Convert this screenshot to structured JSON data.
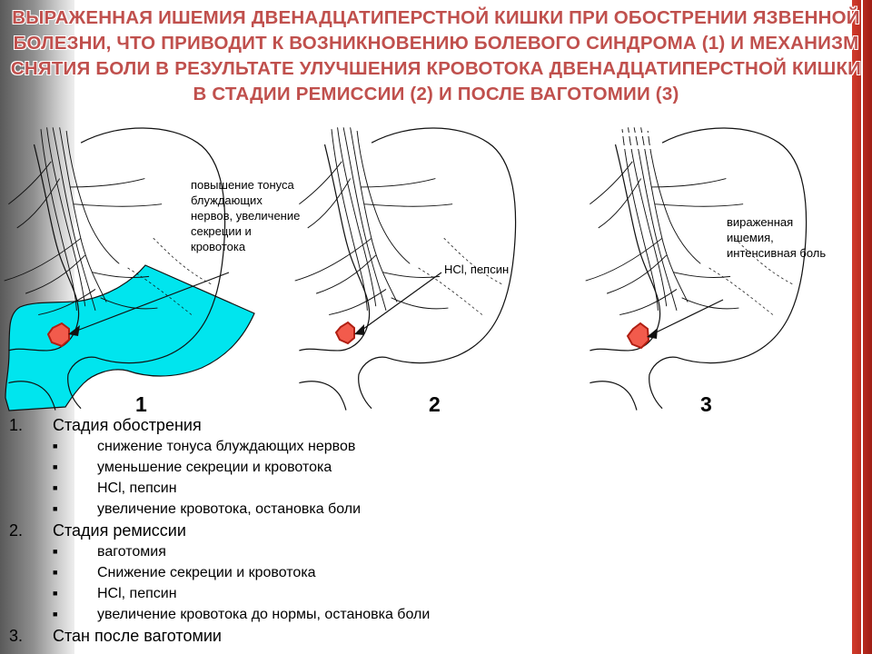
{
  "title": "ВЫРАЖЕННАЯ ИШЕМИЯ ДВЕНАДЦАТИПЕРСТНОЙ КИШКИ ПРИ ОБОСТРЕНИИ ЯЗВЕННОЙ БОЛЕЗНИ, ЧТО ПРИВОДИТ К ВОЗНИКНОВЕНИЮ БОЛЕВОГО СИНДРОМА (1) И МЕХАНИЗМ СНЯТИЯ БОЛИ В РЕЗУЛЬТАТЕ УЛУЧШЕНИЯ КРОВОТОКА ДВЕНАДЦАТИПЕРСТНОЙ КИШКИ В СТАДИИ РЕМИССИИ (2) И ПОСЛЕ ВАГОТОМИИ (3)",
  "diagram": {
    "annotations": {
      "one": "повышение тонуса\nблуждающих\nнервов, увеличение\nсекреции и\nкровотока",
      "two": "HCl, пепсин",
      "three": "вираженная\nишемия,\nинтенсивная боль"
    },
    "figure_numbers": [
      "1",
      "2",
      "3"
    ],
    "colors": {
      "highlight_fill": "#00e5ee",
      "ulcer_fill": "#f25b4c",
      "ulcer_stroke": "#b01e12",
      "line": "#111111",
      "title": "#c0504d",
      "accent_band": "#c62828"
    }
  },
  "stages": [
    {
      "number": "1.",
      "label": "Стадия обострения",
      "items": [
        "снижение тонуса блуждающих нервов",
        "уменьшение секреции и кровотока",
        "HCl, пепсин",
        "увеличение кровотока, остановка боли"
      ]
    },
    {
      "number": "2.",
      "label": "Стадия ремиссии",
      "items": [
        "ваготомия",
        "Снижение секреции и кровотока",
        "HCl, пепсин",
        "увеличение кровотока до нормы, остановка боли"
      ]
    },
    {
      "number": "3.",
      "label": "Стан после ваготомии",
      "items": []
    }
  ]
}
